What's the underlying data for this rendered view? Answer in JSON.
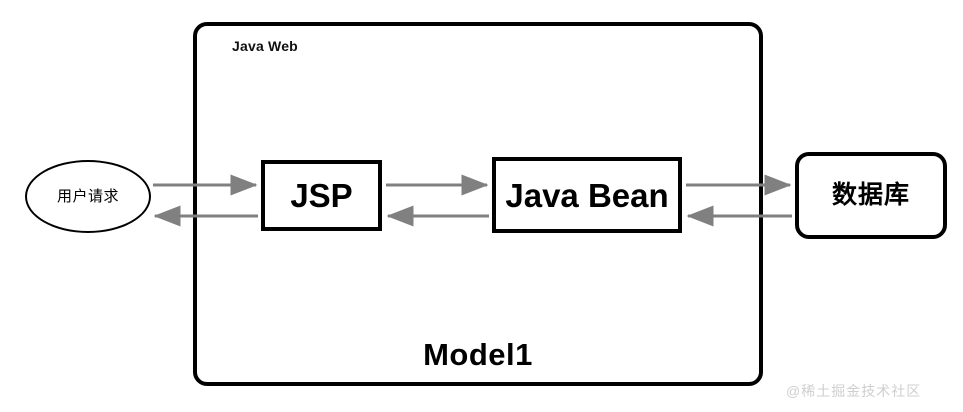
{
  "diagram": {
    "title_label": "Java Web",
    "footer_label": "Model1",
    "watermark": "@稀土掘金技术社区",
    "accent_colors": {
      "stroke": "#000000",
      "arrow": "#808080",
      "background": "#ffffff",
      "watermark": "#cfcfcf"
    },
    "nodes": [
      {
        "id": "user-request",
        "label": "用户请求",
        "shape": "ellipse"
      },
      {
        "id": "jsp",
        "label": "JSP",
        "shape": "rectangle"
      },
      {
        "id": "java-bean",
        "label": "Java Bean",
        "shape": "rectangle"
      },
      {
        "id": "database",
        "label": "数据库",
        "shape": "rounded-rectangle"
      }
    ],
    "edges": [
      {
        "id": "user-to-jsp",
        "from": "用户请求",
        "to": "JSP",
        "direction": "forward"
      },
      {
        "id": "jsp-to-user",
        "from": "JSP",
        "to": "用户请求",
        "direction": "backward"
      },
      {
        "id": "jsp-to-bean",
        "from": "JSP",
        "to": "Java Bean",
        "direction": "forward"
      },
      {
        "id": "bean-to-jsp",
        "from": "Java Bean",
        "to": "JSP",
        "direction": "backward"
      },
      {
        "id": "bean-to-db",
        "from": "Java Bean",
        "to": "数据库",
        "direction": "forward"
      },
      {
        "id": "db-to-bean",
        "from": "数据库",
        "to": "Java Bean",
        "direction": "backward"
      }
    ]
  }
}
